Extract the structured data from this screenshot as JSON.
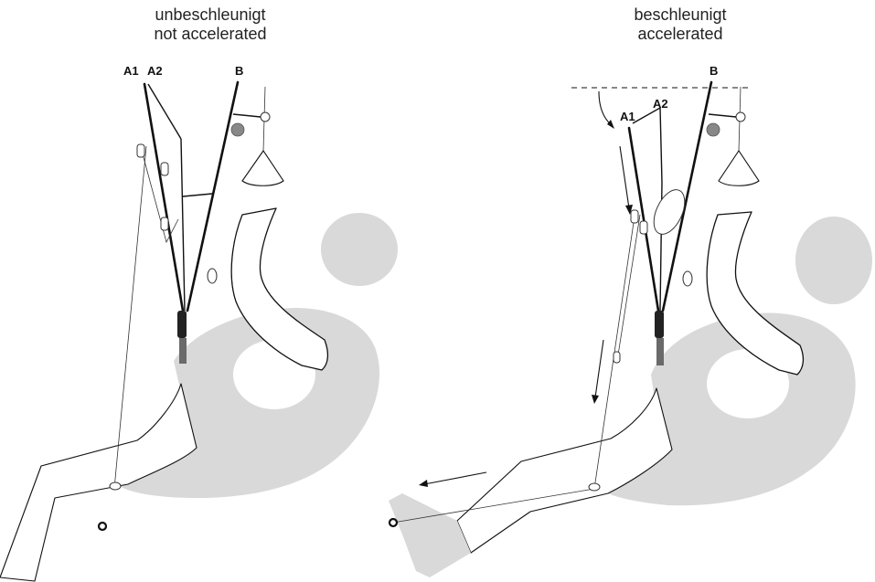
{
  "panels": {
    "left": {
      "caption_de": "unbeschleunigt",
      "caption_en": "not accelerated",
      "riser_label_a1": "A1",
      "riser_label_a2": "A2",
      "riser_label_b": "B"
    },
    "right": {
      "caption_de": "beschleunigt",
      "caption_en": "accelerated",
      "riser_label_a1": "A1",
      "riser_label_a2": "A2",
      "riser_label_b": "B"
    }
  }
}
